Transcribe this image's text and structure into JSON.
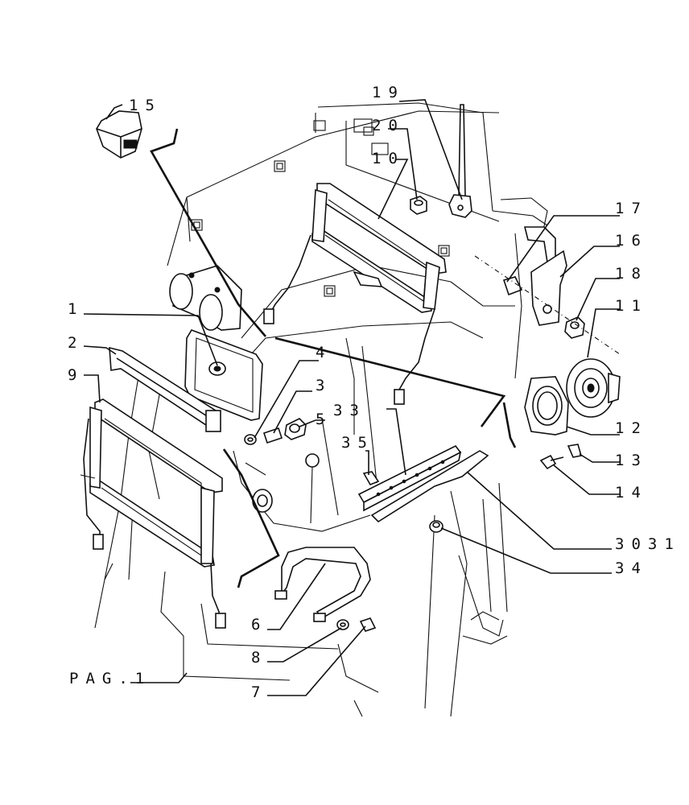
{
  "diagram": {
    "labels": {
      "l1": "1",
      "l2": "2",
      "l3": "3",
      "l4": "4",
      "l5": "5",
      "l6": "6",
      "l7": "7",
      "l8": "8",
      "l9": "9",
      "l10": "10",
      "l11": "11",
      "l12": "12",
      "l13": "13",
      "l14": "14",
      "l15": "15",
      "l16": "16",
      "l17": "17",
      "l18": "18",
      "l19": "19",
      "l20": "20",
      "l33": "33",
      "l3031": "3031",
      "l34": "34",
      "l35": "35",
      "pag": "PAG.1"
    }
  }
}
